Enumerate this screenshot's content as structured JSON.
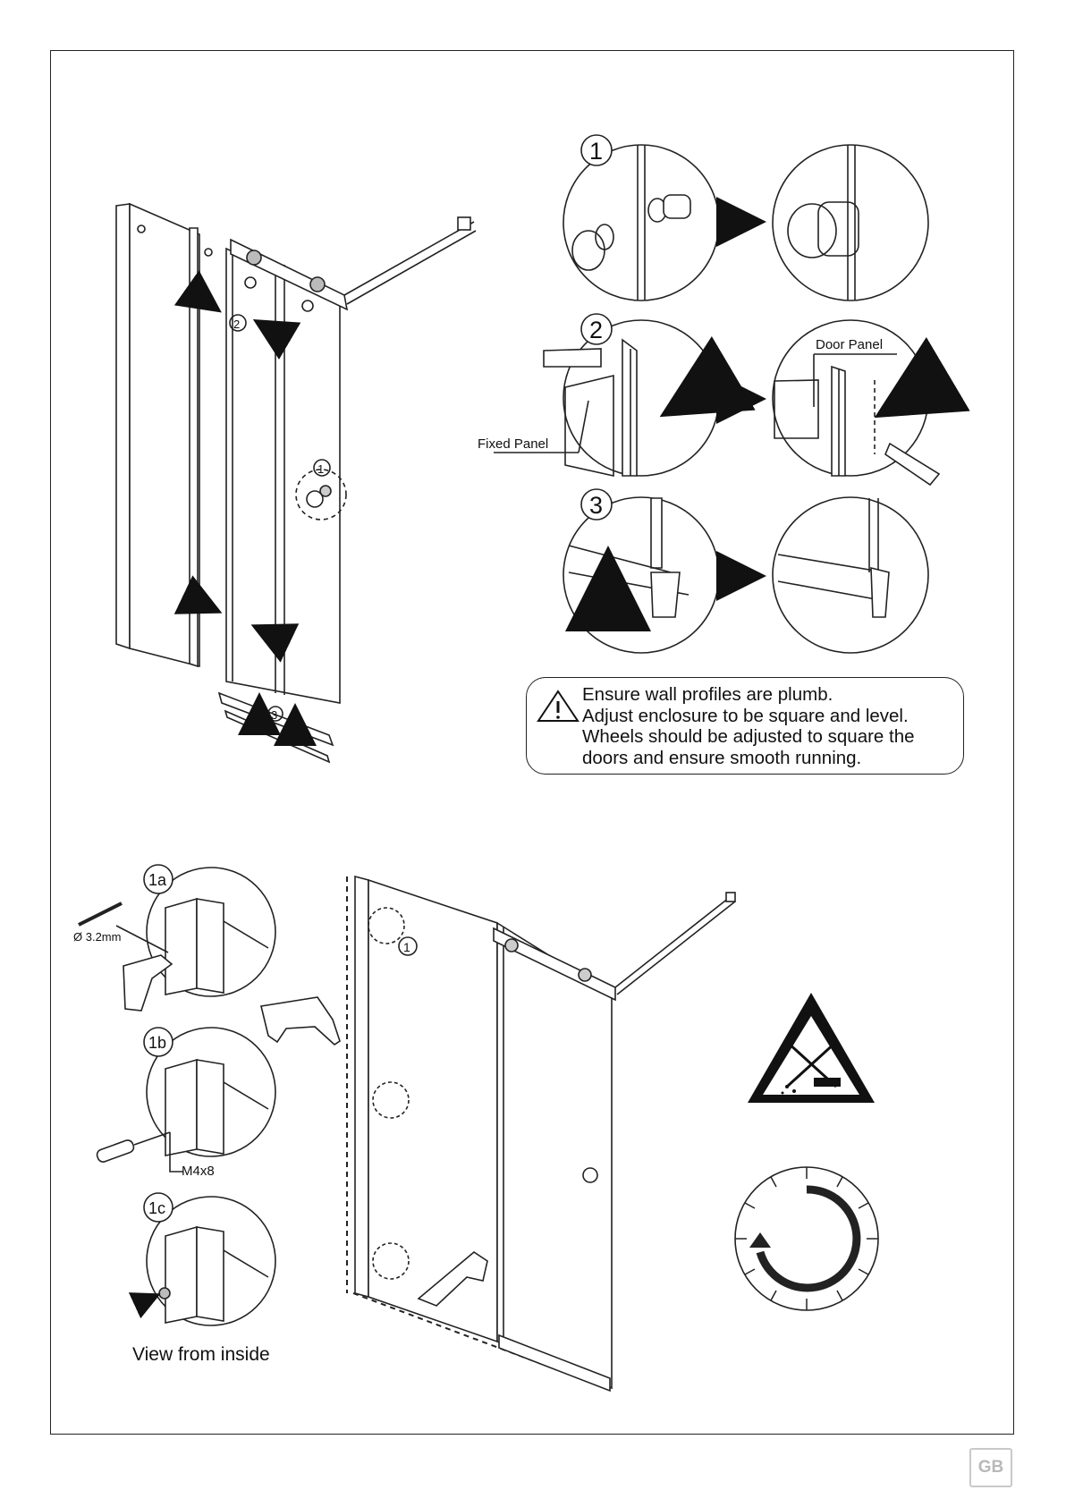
{
  "labels": {
    "fixed_panel": "Fixed Panel",
    "door_panel": "Door Panel",
    "drill_bit": "Ø 3.2mm",
    "screw_size": "M4x8",
    "view_from_inside": "View from inside",
    "corner_code": "GB"
  },
  "steps": {
    "s1": "1",
    "s2": "2",
    "s3": "3",
    "s1a": "1a",
    "s1b": "1b",
    "s1c": "1c"
  },
  "notice": {
    "lines": [
      "Ensure wall profiles are plumb.",
      "Adjust enclosure to be square and level.",
      "Wheels should be adjusted to square the",
      "doors and ensure smooth running."
    ]
  },
  "icons": {
    "warning": "warning-exclamation-icon",
    "no_abrasive": "no-abrasive-cleaning-icon",
    "curing_clock": "curing-time-clock-icon"
  }
}
